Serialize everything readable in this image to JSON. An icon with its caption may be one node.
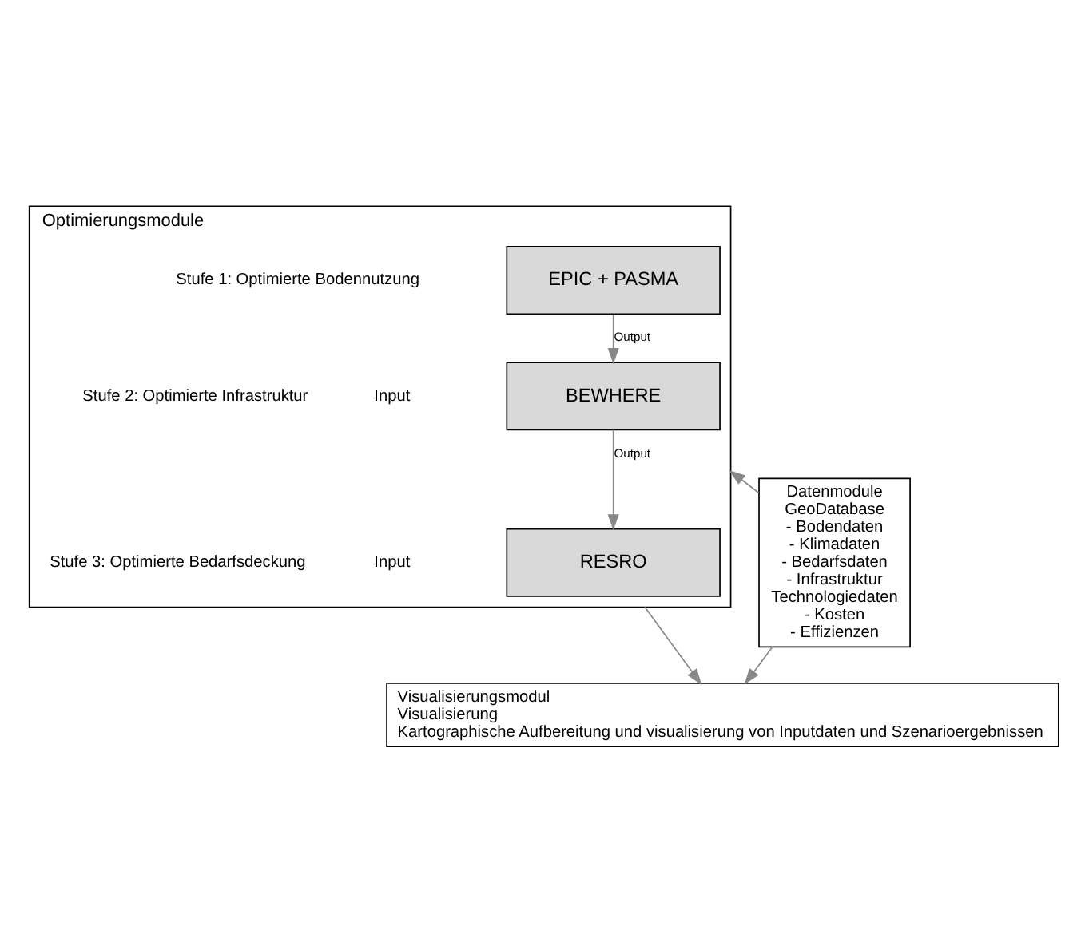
{
  "diagram": {
    "nodes": [
      {
        "text": [
          "Optimierungsmodule"
        ]
      },
      {
        "text": [
          "EPIC + PASMA"
        ],
        "in": 0
      },
      {
        "text": [
          "BEWHERE"
        ],
        "in": 0
      },
      {
        "text": [
          "RESRO"
        ],
        "in": 0
      },
      {
        "text": [
          "Datenmodule",
          "GeoDatabase",
          "- Bodendaten",
          "- Klimadaten",
          "- Bedarfsdaten",
          "- Infrastruktur",
          "Technologiedaten",
          "- Kosten",
          "- Effizienzen"
        ]
      },
      {
        "text": [
          "Visualisierungsmodul",
          "Visualisierung",
          "Kartographische Aufbereitung und visualisierung von Inputdaten und Szenarioergebnissen"
        ]
      }
    ],
    "edges": [
      {
        "from": 1,
        "to": 2,
        "arrow": "to",
        "label": "Output"
      },
      {
        "from": 2,
        "to": 3,
        "arrow": "to",
        "label": "Output"
      },
      {
        "from": 4,
        "to": 0,
        "arrow": "to"
      },
      {
        "from": 0,
        "to": 5,
        "arrow": "to"
      },
      {
        "from": 4,
        "to": 5,
        "arrow": "to"
      }
    ],
    "labels": [
      "Stufe 1: Optimierte Bodennutzung",
      "Input",
      "Stufe 2: Optimierte Infrastruktur",
      "Input",
      "Stufe 3: Optimierte Bedarfsdeckung"
    ]
  }
}
